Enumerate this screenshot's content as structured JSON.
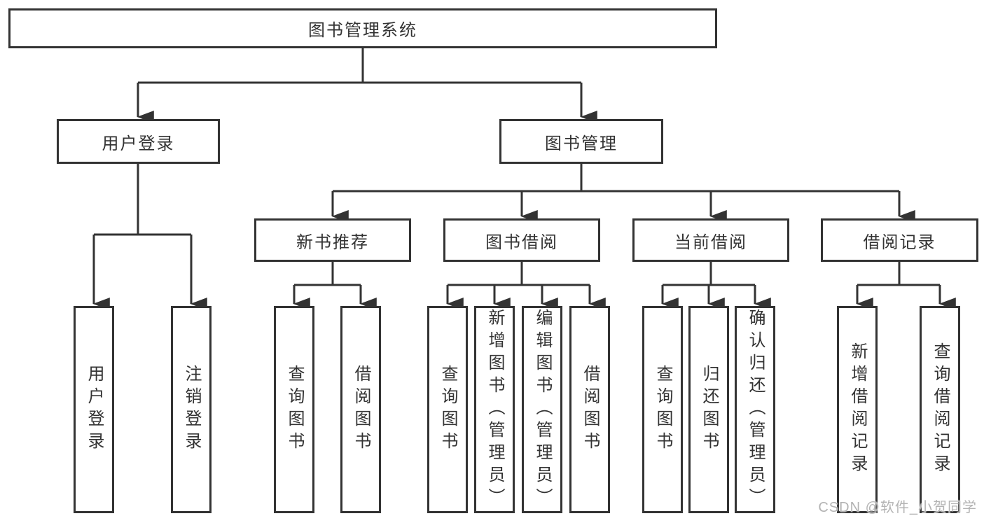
{
  "diagram_title": "图书管理系统",
  "tree": {
    "label": "图书管理系统",
    "children": [
      {
        "label": "用户登录",
        "children": [
          {
            "label": "用户登录"
          },
          {
            "label": "注销登录"
          }
        ]
      },
      {
        "label": "图书管理",
        "children": [
          {
            "label": "新书推荐",
            "children": [
              {
                "label": "查询图书"
              },
              {
                "label": "借阅图书"
              }
            ]
          },
          {
            "label": "图书借阅",
            "children": [
              {
                "label": "查询图书"
              },
              {
                "label": "新增图书（管理员）"
              },
              {
                "label": "编辑图书（管理员）"
              },
              {
                "label": "借阅图书"
              }
            ]
          },
          {
            "label": "当前借阅",
            "children": [
              {
                "label": "查询图书"
              },
              {
                "label": "归还图书"
              },
              {
                "label": "确认归还（管理员）"
              }
            ]
          },
          {
            "label": "借阅记录",
            "children": [
              {
                "label": "新增借阅记录"
              },
              {
                "label": "查询借阅记录"
              }
            ]
          }
        ]
      }
    ]
  },
  "watermark": "CSDN @软件_小贺同学",
  "colors": {
    "line": "#333333",
    "border": "#333333",
    "text": "#333333",
    "background": "#ffffff",
    "watermark": "#b3b3b3"
  }
}
